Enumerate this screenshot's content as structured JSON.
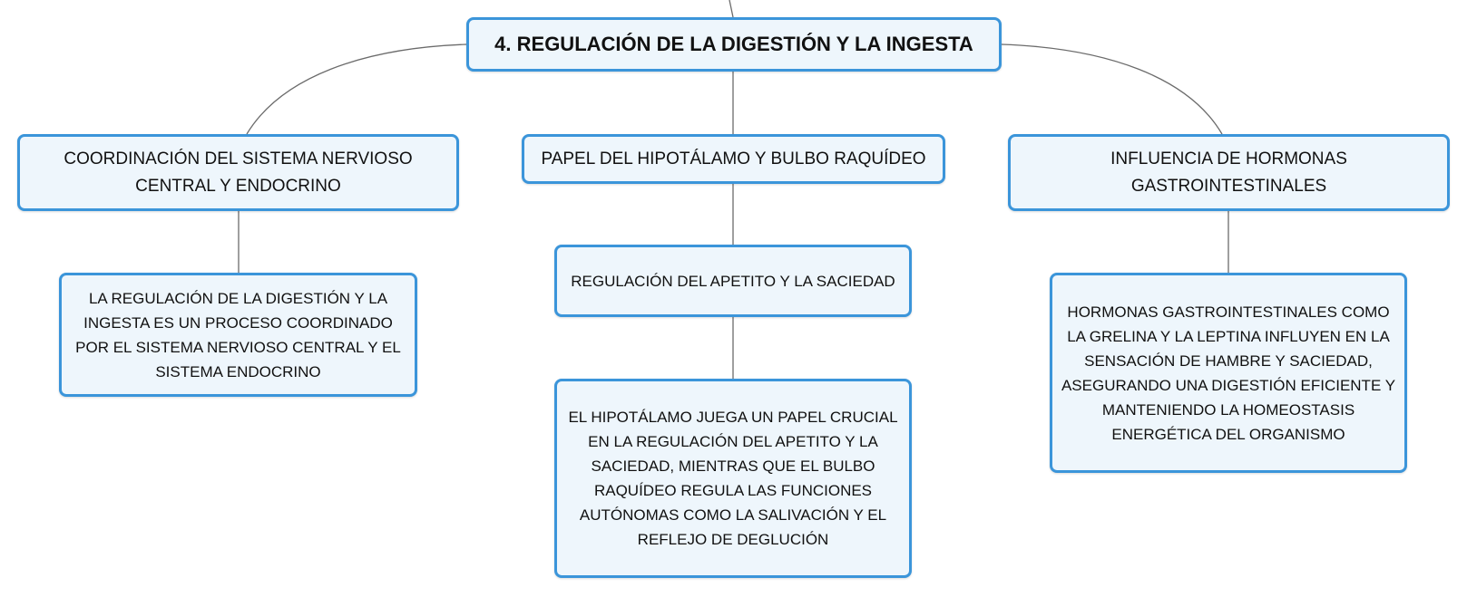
{
  "diagram": {
    "root": {
      "title": "4. REGULACIÓN DE LA DIGESTIÓN Y LA INGESTA"
    },
    "branches": [
      {
        "label": "COORDINACIÓN DEL SISTEMA NERVIOSO CENTRAL Y ENDOCRINO",
        "children": [
          {
            "label": "LA REGULACIÓN DE LA DIGESTIÓN Y LA INGESTA ES UN PROCESO COORDINADO POR EL SISTEMA NERVIOSO CENTRAL Y EL SISTEMA ENDOCRINO"
          }
        ]
      },
      {
        "label": "PAPEL DEL HIPOTÁLAMO Y BULBO RAQUÍDEO",
        "children": [
          {
            "label": "REGULACIÓN DEL APETITO Y LA SACIEDAD",
            "children": [
              {
                "label": "EL HIPOTÁLAMO JUEGA UN PAPEL CRUCIAL EN LA REGULACIÓN DEL APETITO Y LA SACIEDAD, MIENTRAS QUE EL BULBO RAQUÍDEO REGULA LAS FUNCIONES AUTÓNOMAS COMO LA SALIVACIÓN Y EL REFLEJO DE DEGLUCIÓN"
              }
            ]
          }
        ]
      },
      {
        "label": "INFLUENCIA DE HORMONAS GASTROINTESTINALES",
        "children": [
          {
            "label": "HORMONAS GASTROINTESTINALES COMO LA GRELINA Y LA LEPTINA INFLUYEN EN LA SENSACIÓN DE HAMBRE Y SACIEDAD, ASEGURANDO UNA DIGESTIÓN EFICIENTE Y MANTENIENDO LA HOMEOSTASIS ENERGÉTICA DEL ORGANISMO"
          }
        ]
      }
    ]
  },
  "colors": {
    "node_border": "#3b95da",
    "node_fill": "#eef6fc",
    "connector": "#6b6b6b",
    "text": "#111111"
  }
}
